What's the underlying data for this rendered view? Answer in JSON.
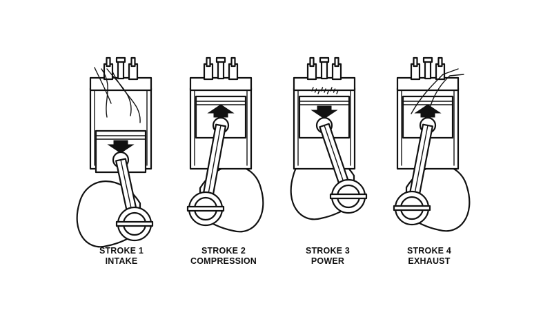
{
  "strokes": [
    {
      "number_label": "STROKE 1",
      "name": "INTAKE",
      "piston_direction": "down",
      "valve_state": "intake-open"
    },
    {
      "number_label": "STROKE 2",
      "name": "COMPRESSION",
      "piston_direction": "up",
      "valve_state": "closed"
    },
    {
      "number_label": "STROKE 3",
      "name": "POWER",
      "piston_direction": "down",
      "valve_state": "combustion"
    },
    {
      "number_label": "STROKE 4",
      "name": "EXHAUST",
      "piston_direction": "up",
      "valve_state": "exhaust-open"
    }
  ],
  "colors": {
    "ink": "#111111",
    "background": "#ffffff"
  }
}
